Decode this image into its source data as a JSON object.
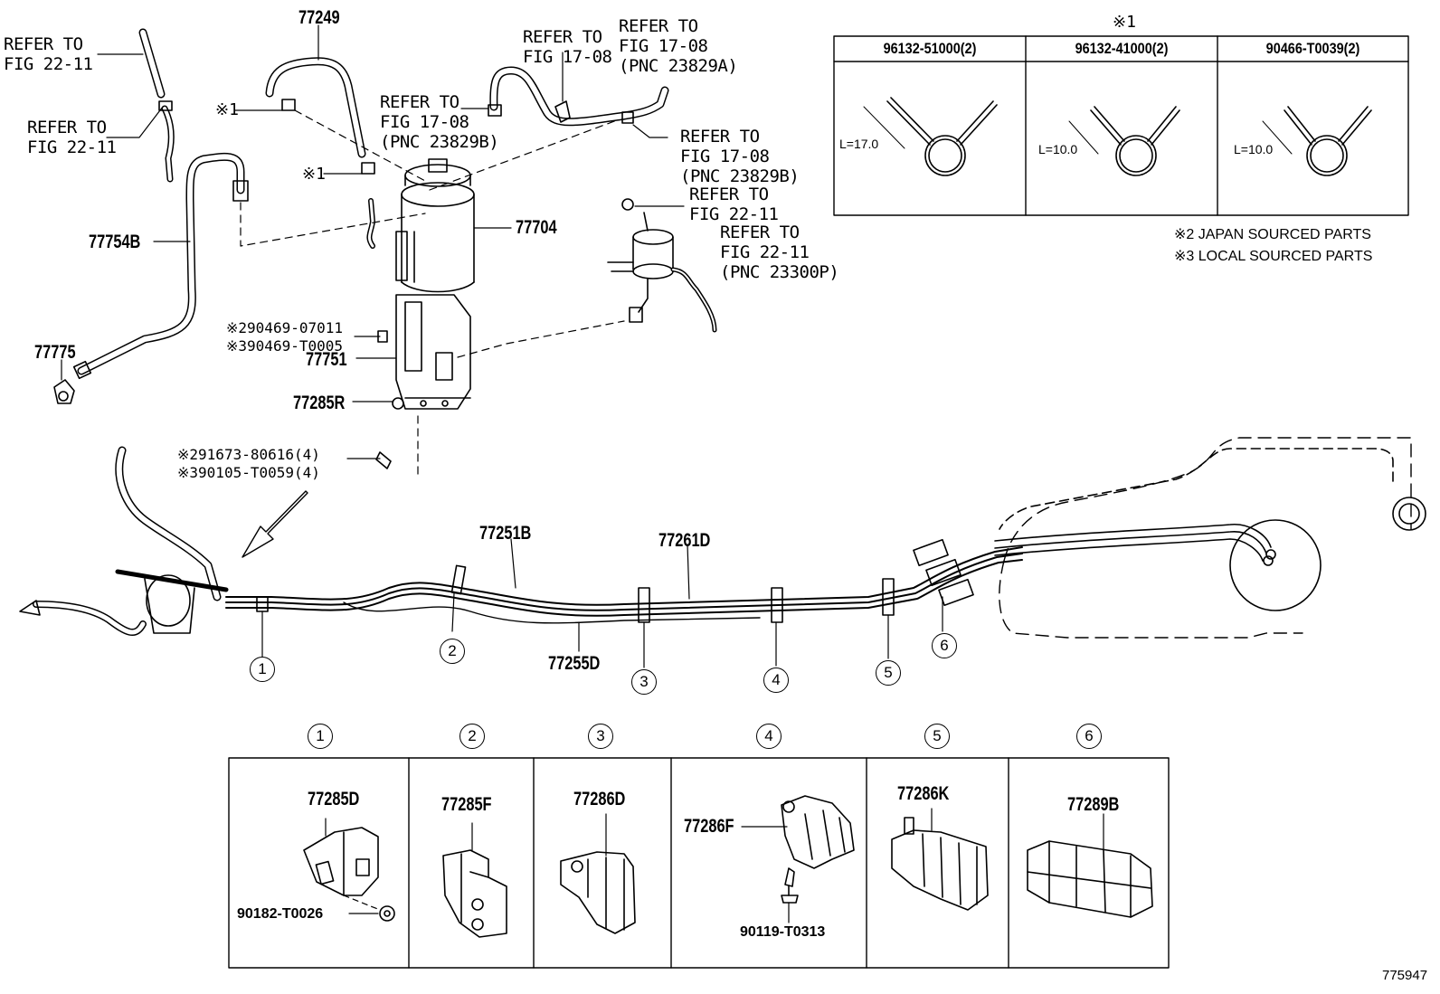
{
  "refs": {
    "r1": "REFER TO\nFIG 22-11",
    "r2": "REFER TO\nFIG 22-11",
    "r3": "REFER TO\nFIG 17-08",
    "r4": "REFER TO\nFIG 17-08\n(PNC 23829A)",
    "r5": "REFER TO\nFIG 17-08\n(PNC 23829B)",
    "r6": "REFER TO\nFIG 17-08\n(PNC 23829B)",
    "r7": "REFER TO\nFIG 22-11",
    "r8": "REFER TO\nFIG 22-11\n(PNC 23300P)"
  },
  "parts": {
    "p77249": "77249",
    "p77754B": "77754B",
    "p77775": "77775",
    "p77704": "77704",
    "p77751": "77751",
    "p77285R": "77285R",
    "p77251B": "77251B",
    "p77261D": "77261D",
    "p77255D": "77255D",
    "mark1a": "※1",
    "mark1b": "※1",
    "bolt_a": "※290469-07011",
    "bolt_b": "※390469-T0005",
    "bolt_c": "※291673-80616(4)",
    "bolt_d": "※390105-T0059(4)"
  },
  "clip_table": {
    "header_mark": "※1",
    "columns": [
      "96132-51000(2)",
      "96132-41000(2)",
      "90466-T0039(2)"
    ],
    "dims": [
      "L=17.0",
      "L=10.0",
      "L=10.0"
    ]
  },
  "notes": [
    "※2 JAPAN SOURCED PARTS",
    "※3 LOCAL SOURCED PARTS"
  ],
  "callouts": [
    "1",
    "2",
    "3",
    "4",
    "5",
    "6"
  ],
  "clamps": {
    "c1": {
      "num": "1",
      "part": "77285D",
      "sub": "90182-T0026"
    },
    "c2": {
      "num": "2",
      "part": "77285F"
    },
    "c3": {
      "num": "3",
      "part": "77286D"
    },
    "c4": {
      "num": "4",
      "part": "77286F",
      "sub": "90119-T0313"
    },
    "c5": {
      "num": "5",
      "part": "77286K"
    },
    "c6": {
      "num": "6",
      "part": "77289B"
    }
  },
  "figure_id": "775947"
}
